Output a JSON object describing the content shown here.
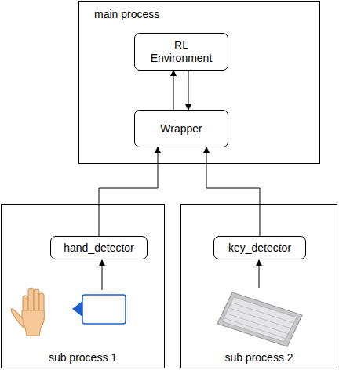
{
  "diagram": {
    "nodes": [
      {
        "text": [
          "main process"
        ]
      },
      {
        "text": [
          "RL Environment"
        ],
        "in": 0
      },
      {
        "text": [
          "Wrapper"
        ],
        "in": 0
      },
      {
        "text": [
          "sub process 1"
        ]
      },
      {
        "text": [
          "hand_detector"
        ],
        "in": 3
      },
      {
        "text": [
          "sub process 2"
        ]
      },
      {
        "text": [
          "key_detector"
        ],
        "in": 5
      }
    ],
    "edges": [
      {
        "from": 2,
        "to": 1,
        "arrow": "to"
      },
      {
        "from": 1,
        "to": 2,
        "arrow": "to"
      },
      {
        "from": 4,
        "to": 2,
        "arrow": "to"
      },
      {
        "from": 6,
        "to": 2,
        "arrow": "to"
      }
    ]
  }
}
